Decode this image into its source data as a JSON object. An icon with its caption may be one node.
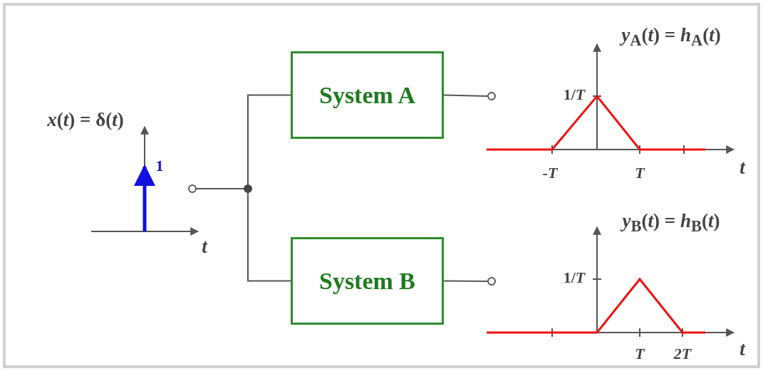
{
  "diagram": {
    "nodes": [
      {
        "text": [
          "System A"
        ]
      },
      {
        "text": [
          "System B"
        ]
      },
      {
        "text": [],
        "shape": "circle"
      },
      {
        "text": [],
        "shape": "circle"
      },
      {
        "text": [],
        "shape": "circle"
      },
      {
        "text": [],
        "shape": "circle"
      }
    ],
    "edges": [
      {
        "from": 2,
        "to": 3,
        "arrow": "none"
      },
      {
        "from": 3,
        "to": 0,
        "arrow": "none"
      },
      {
        "from": 3,
        "to": 1,
        "arrow": "none"
      },
      {
        "from": 0,
        "to": 4,
        "arrow": "none"
      },
      {
        "from": 1,
        "to": 5,
        "arrow": "none"
      }
    ],
    "labels": [
      "*x*(*t*) = δ(*t*)",
      "1",
      "t",
      "*y*$_{A}$(*t*) = *h*$_{A}$(*t*)",
      "1/*T*",
      "-*T*",
      "*T*",
      "t",
      "*y*$_{B}$(*t*) = *h*$_{B}$(*t*)",
      "1/*T*",
      "*T*",
      "2T",
      "t"
    ]
  }
}
